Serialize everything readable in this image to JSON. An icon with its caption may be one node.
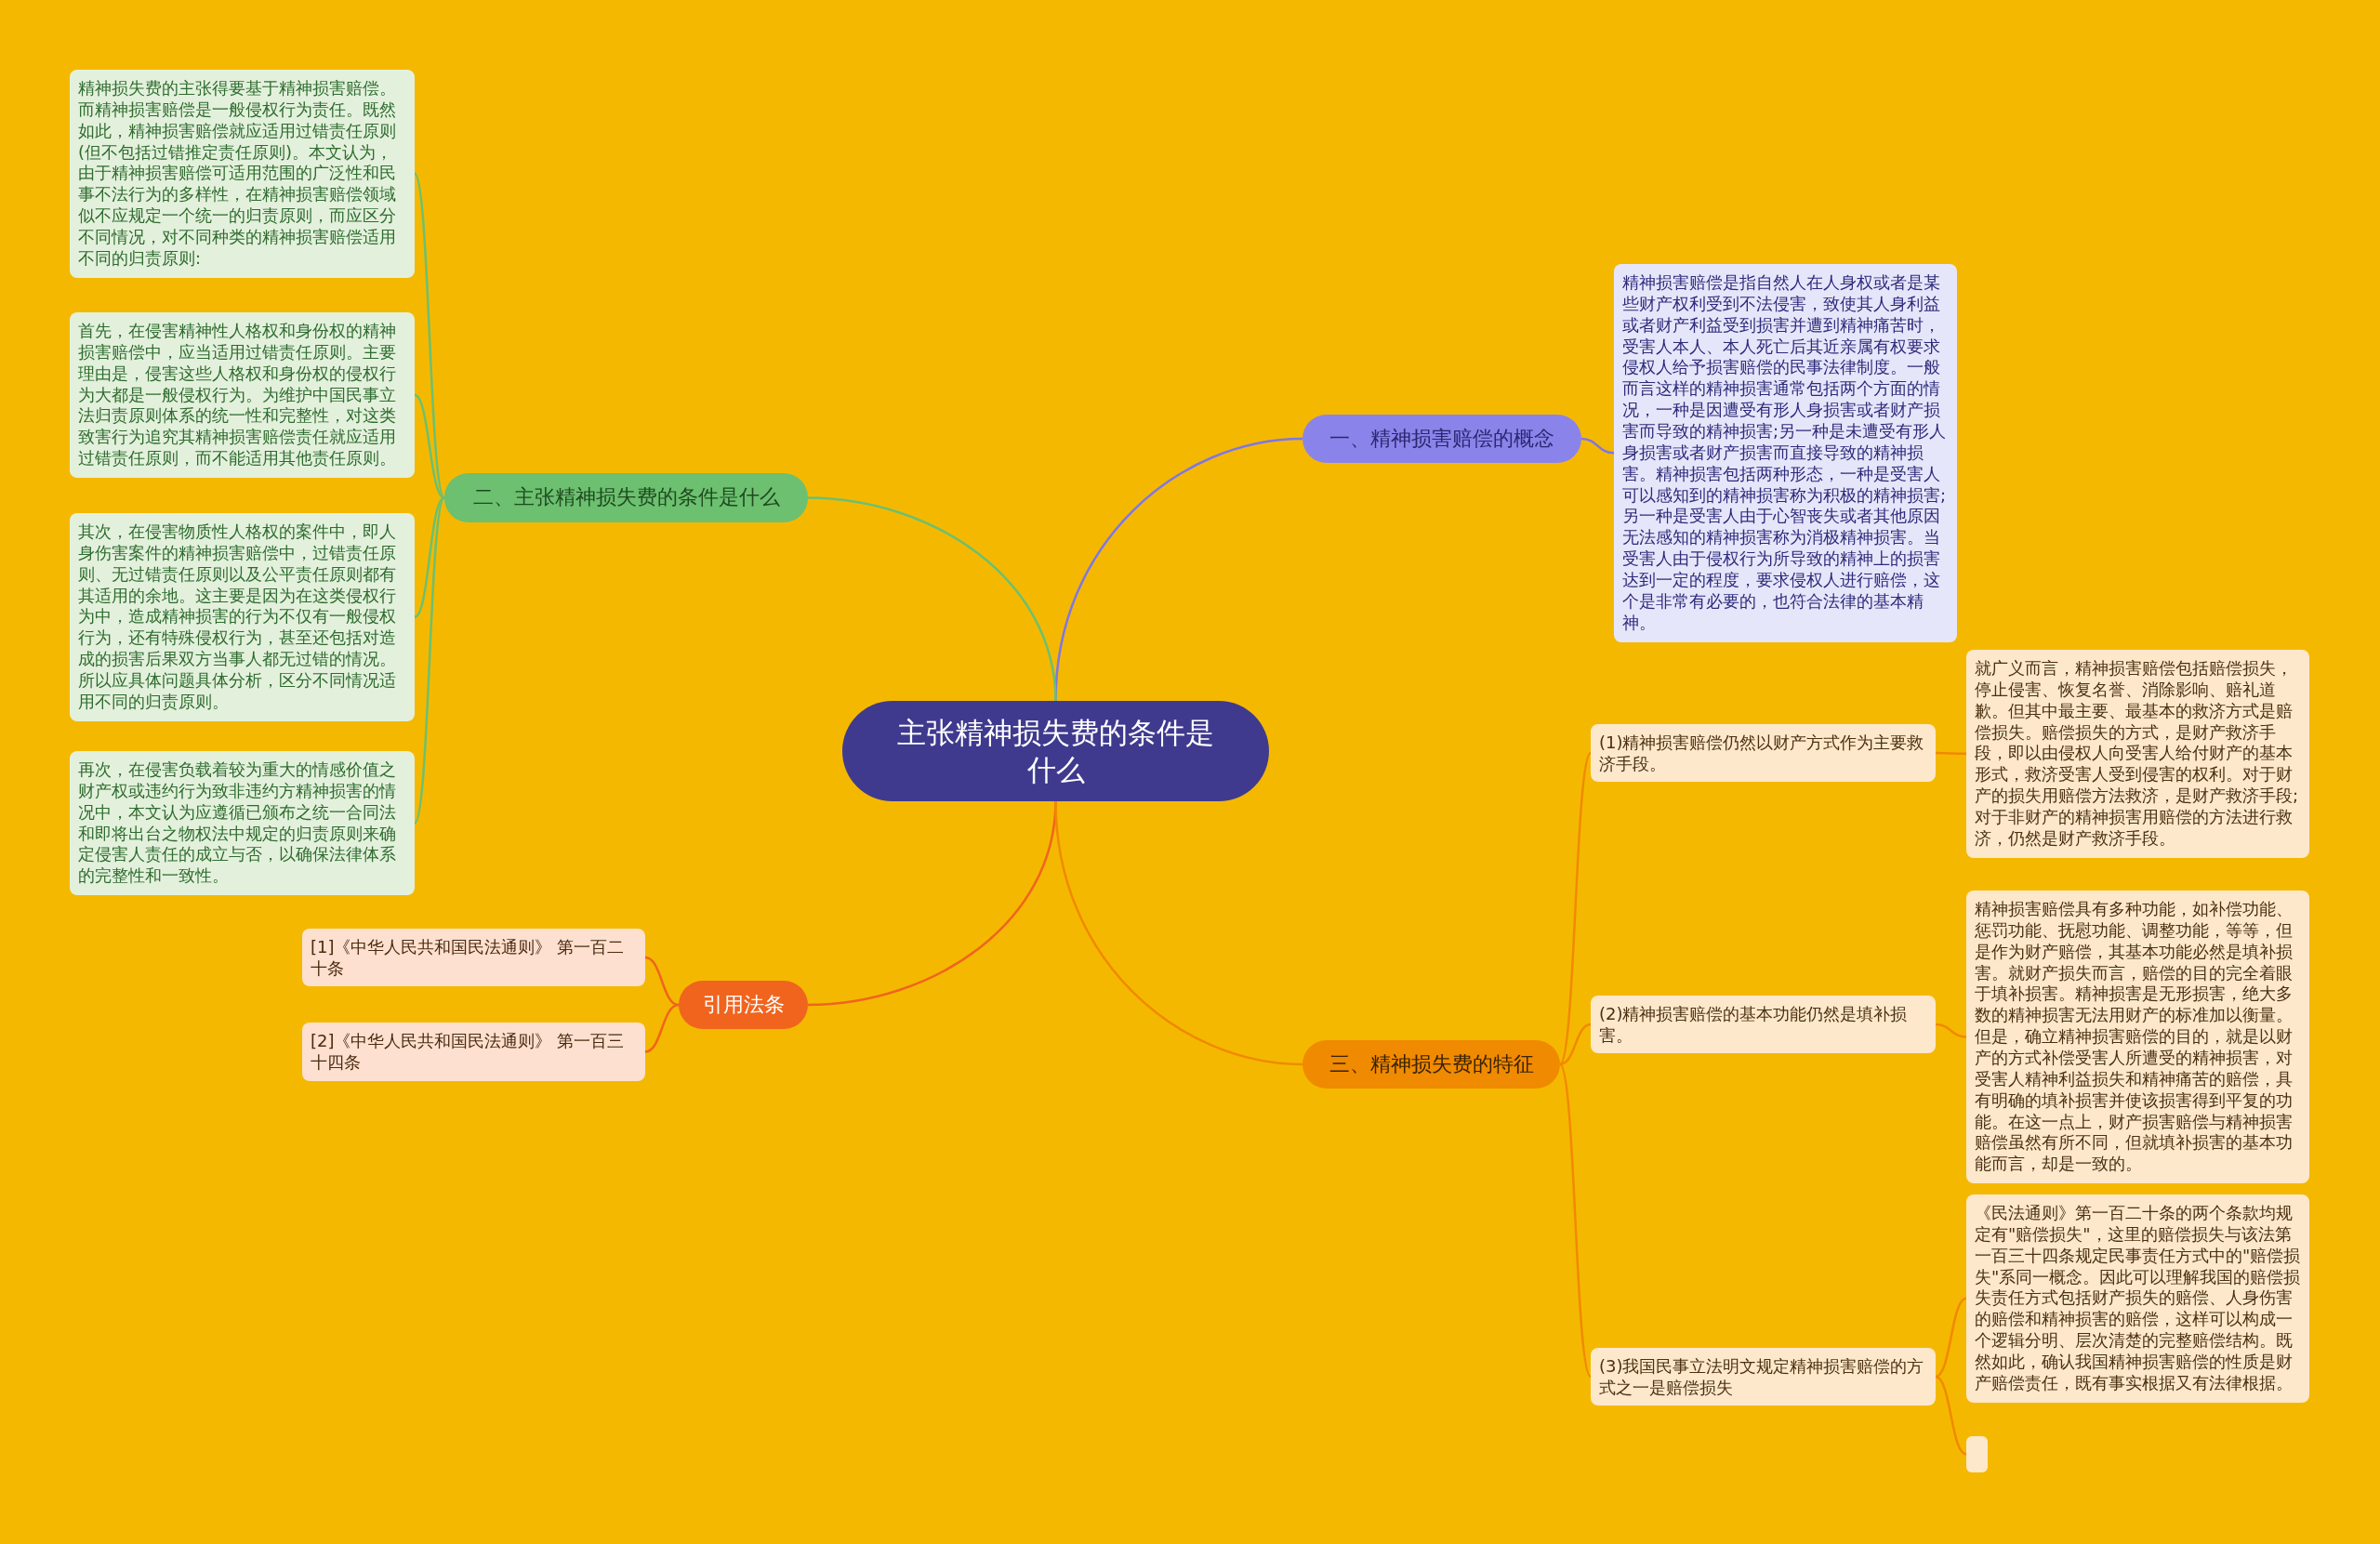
{
  "diagram": {
    "nodes": [
      {
        "text": [
          "主张精神损失费的条件是什么"
        ]
      },
      {
        "text": [
          "一、精神损害赔偿的概念"
        ]
      },
      {
        "text": [
          "精神损害赔偿是指自然人在人身权或者是某些财产权利受到不法侵害，致使其人身利益或者财产利益受到损害并遭到精神痛苦时，受害人本人、本人死亡后其近亲属有权要求侵权人给予损害赔偿的民事法律制度。一般而言这样的精神损害通常包括两个方面的情况，一种是因遭受有形人身损害或者财产损害而导致的精神损害;另一种是未遭受有形人身损害或者财产损害而直接导致的精神损害。精神损害包括两种形态，一种是受害人可以感知到的精神损害称为积极的精神损害;另一种是受害人由于心智丧失或者其他原因无法感知的精神损害称为消极精神损害。当受害人由于侵权行为所导致的精神上的损害达到一定的程度，要求侵权人进行赔偿，这个是非常有必要的，也符合法律的基本精神。"
        ]
      },
      {
        "text": [
          "二、主张精神损失费的条件是什么"
        ]
      },
      {
        "text": [
          "精神损失费的主张得要基于精神损害赔偿。而精神损害赔偿是一般侵权行为责任。既然如此，精神损害赔偿就应适用过错责任原则(但不包括过错推定责任原则)。本文认为，由于精神损害赔偿可适用范围的广泛性和民事不法行为的多样性，在精神损害赔偿领域似不应规定一个统一的归责原则，而应区分不同情况，对不同种类的精神损害赔偿适用不同的归责原则:"
        ]
      },
      {
        "text": [
          "首先，在侵害精神性人格权和身份权的精神损害赔偿中，应当适用过错责任原则。主要理由是，侵害这些人格权和身份权的侵权行为大都是一般侵权行为。为维护中国民事立法归责原则体系的统一性和完整性，对这类致害行为追究其精神损害赔偿责任就应适用过错责任原则，而不能适用其他责任原则。"
        ]
      },
      {
        "text": [
          "其次，在侵害物质性人格权的案件中，即人身伤害案件的精神损害赔偿中，过错责任原则、无过错责任原则以及公平责任原则都有其适用的余地。这主要是因为在这类侵权行为中，造成精神损害的行为不仅有一般侵权行为，还有特殊侵权行为，甚至还包括对造成的损害后果双方当事人都无过错的情况。所以应具体问题具体分析，区分不同情况适用不同的归责原则。"
        ]
      },
      {
        "text": [
          "再次，在侵害负载着较为重大的情感价值之财产权或违约行为致非违约方精神损害的情况中，本文认为应遵循已颁布之统一合同法和即将出台之物权法中规定的归责原则来确定侵害人责任的成立与否，以确保法律体系的完整性和一致性。"
        ]
      },
      {
        "text": [
          "引用法条"
        ]
      },
      {
        "text": [
          "[1]《中华人民共和国民法通则》 第一百二十条"
        ]
      },
      {
        "text": [
          "[2]《中华人民共和国民法通则》 第一百三十四条"
        ]
      },
      {
        "text": [
          "三、精神损失费的特征"
        ]
      },
      {
        "text": [
          "(1)精神损害赔偿仍然以财产方式作为主要救济手段。"
        ]
      },
      {
        "text": [
          "就广义而言，精神损害赔偿包括赔偿损失，停止侵害、恢复名誉、消除影响、赔礼道歉。但其中最主要、最基本的救济方式是赔偿损失。赔偿损失的方式，是财产救济手段，即以由侵权人向受害人给付财产的基本形式，救济受害人受到侵害的权利。对于财产的损失用赔偿方法救济，是财产救济手段;对于非财产的精神损害用赔偿的方法进行救济，仍然是财产救济手段。"
        ]
      },
      {
        "text": [
          "(2)精神损害赔偿的基本功能仍然是填补损害。"
        ]
      },
      {
        "text": [
          "精神损害赔偿具有多种功能，如补偿功能、惩罚功能、抚慰功能、调整功能，等等，但是作为财产赔偿，其基本功能必然是填补损害。就财产损失而言，赔偿的目的完全着眼于填补损害。精神损害是无形损害，绝大多数的精神损害无法用财产的标准加以衡量。但是，确立精神损害赔偿的目的，就是以财产的方式补偿受害人所遭受的精神损害，对受害人精神利益损失和精神痛苦的赔偿，具有明确的填补损害并使该损害得到平复的功能。在这一点上，财产损害赔偿与精神损害赔偿虽然有所不同，但就填补损害的基本功能而言，却是一致的。"
        ]
      },
      {
        "text": [
          "(3)我国民事立法明文规定精神损害赔偿的方式之一是赔偿损失"
        ]
      },
      {
        "text": [
          "《民法通则》第一百二十条的两个条款均规定有\"赔偿损失\"，这里的赔偿损失与该法第一百三十四条规定民事责任方式中的\"赔偿损失\"系同一概念。因此可以理解我国的赔偿损失责任方式包括财产损失的赔偿、人身伤害的赔偿和精神损害的赔偿，这样可以构成一个逻辑分明、层次清楚的完整赔偿结构。既然如此，确认我国精神损害赔偿的性质是财产赔偿责任，既有事实根据又有法律根据。"
        ]
      },
      {
        "text": [],
        "shape": "box"
      }
    ],
    "edges": [
      {
        "from": 0,
        "to": 1,
        "arrow": "none",
        "color": "#7d77e6"
      },
      {
        "from": 1,
        "to": 2,
        "arrow": "none",
        "color": "#7d77e6"
      },
      {
        "from": 0,
        "to": 3,
        "arrow": "none",
        "color": "#6cc070"
      },
      {
        "from": 3,
        "to": 4,
        "arrow": "none",
        "color": "#6cc070"
      },
      {
        "from": 3,
        "to": 5,
        "arrow": "none",
        "color": "#6cc070"
      },
      {
        "from": 3,
        "to": 6,
        "arrow": "none",
        "color": "#6cc070"
      },
      {
        "from": 3,
        "to": 7,
        "arrow": "none",
        "color": "#6cc070"
      },
      {
        "from": 0,
        "to": 8,
        "arrow": "none",
        "color": "#f0641e"
      },
      {
        "from": 8,
        "to": 9,
        "arrow": "none",
        "color": "#f0641e"
      },
      {
        "from": 8,
        "to": 10,
        "arrow": "none",
        "color": "#f0641e"
      },
      {
        "from": 0,
        "to": 11,
        "arrow": "none",
        "color": "#f08a00"
      },
      {
        "from": 11,
        "to": 12,
        "arrow": "none",
        "color": "#f08a00"
      },
      {
        "from": 11,
        "to": 14,
        "arrow": "none",
        "color": "#f08a00"
      },
      {
        "from": 11,
        "to": 16,
        "arrow": "none",
        "color": "#f08a00"
      },
      {
        "from": 12,
        "to": 13,
        "arrow": "none",
        "color": "#f08a00"
      },
      {
        "from": 14,
        "to": 15,
        "arrow": "none",
        "color": "#f08a00"
      },
      {
        "from": 16,
        "to": 17,
        "arrow": "none",
        "color": "#f08a00"
      },
      {
        "from": 16,
        "to": 18,
        "arrow": "none",
        "color": "#f08a00"
      }
    ]
  }
}
